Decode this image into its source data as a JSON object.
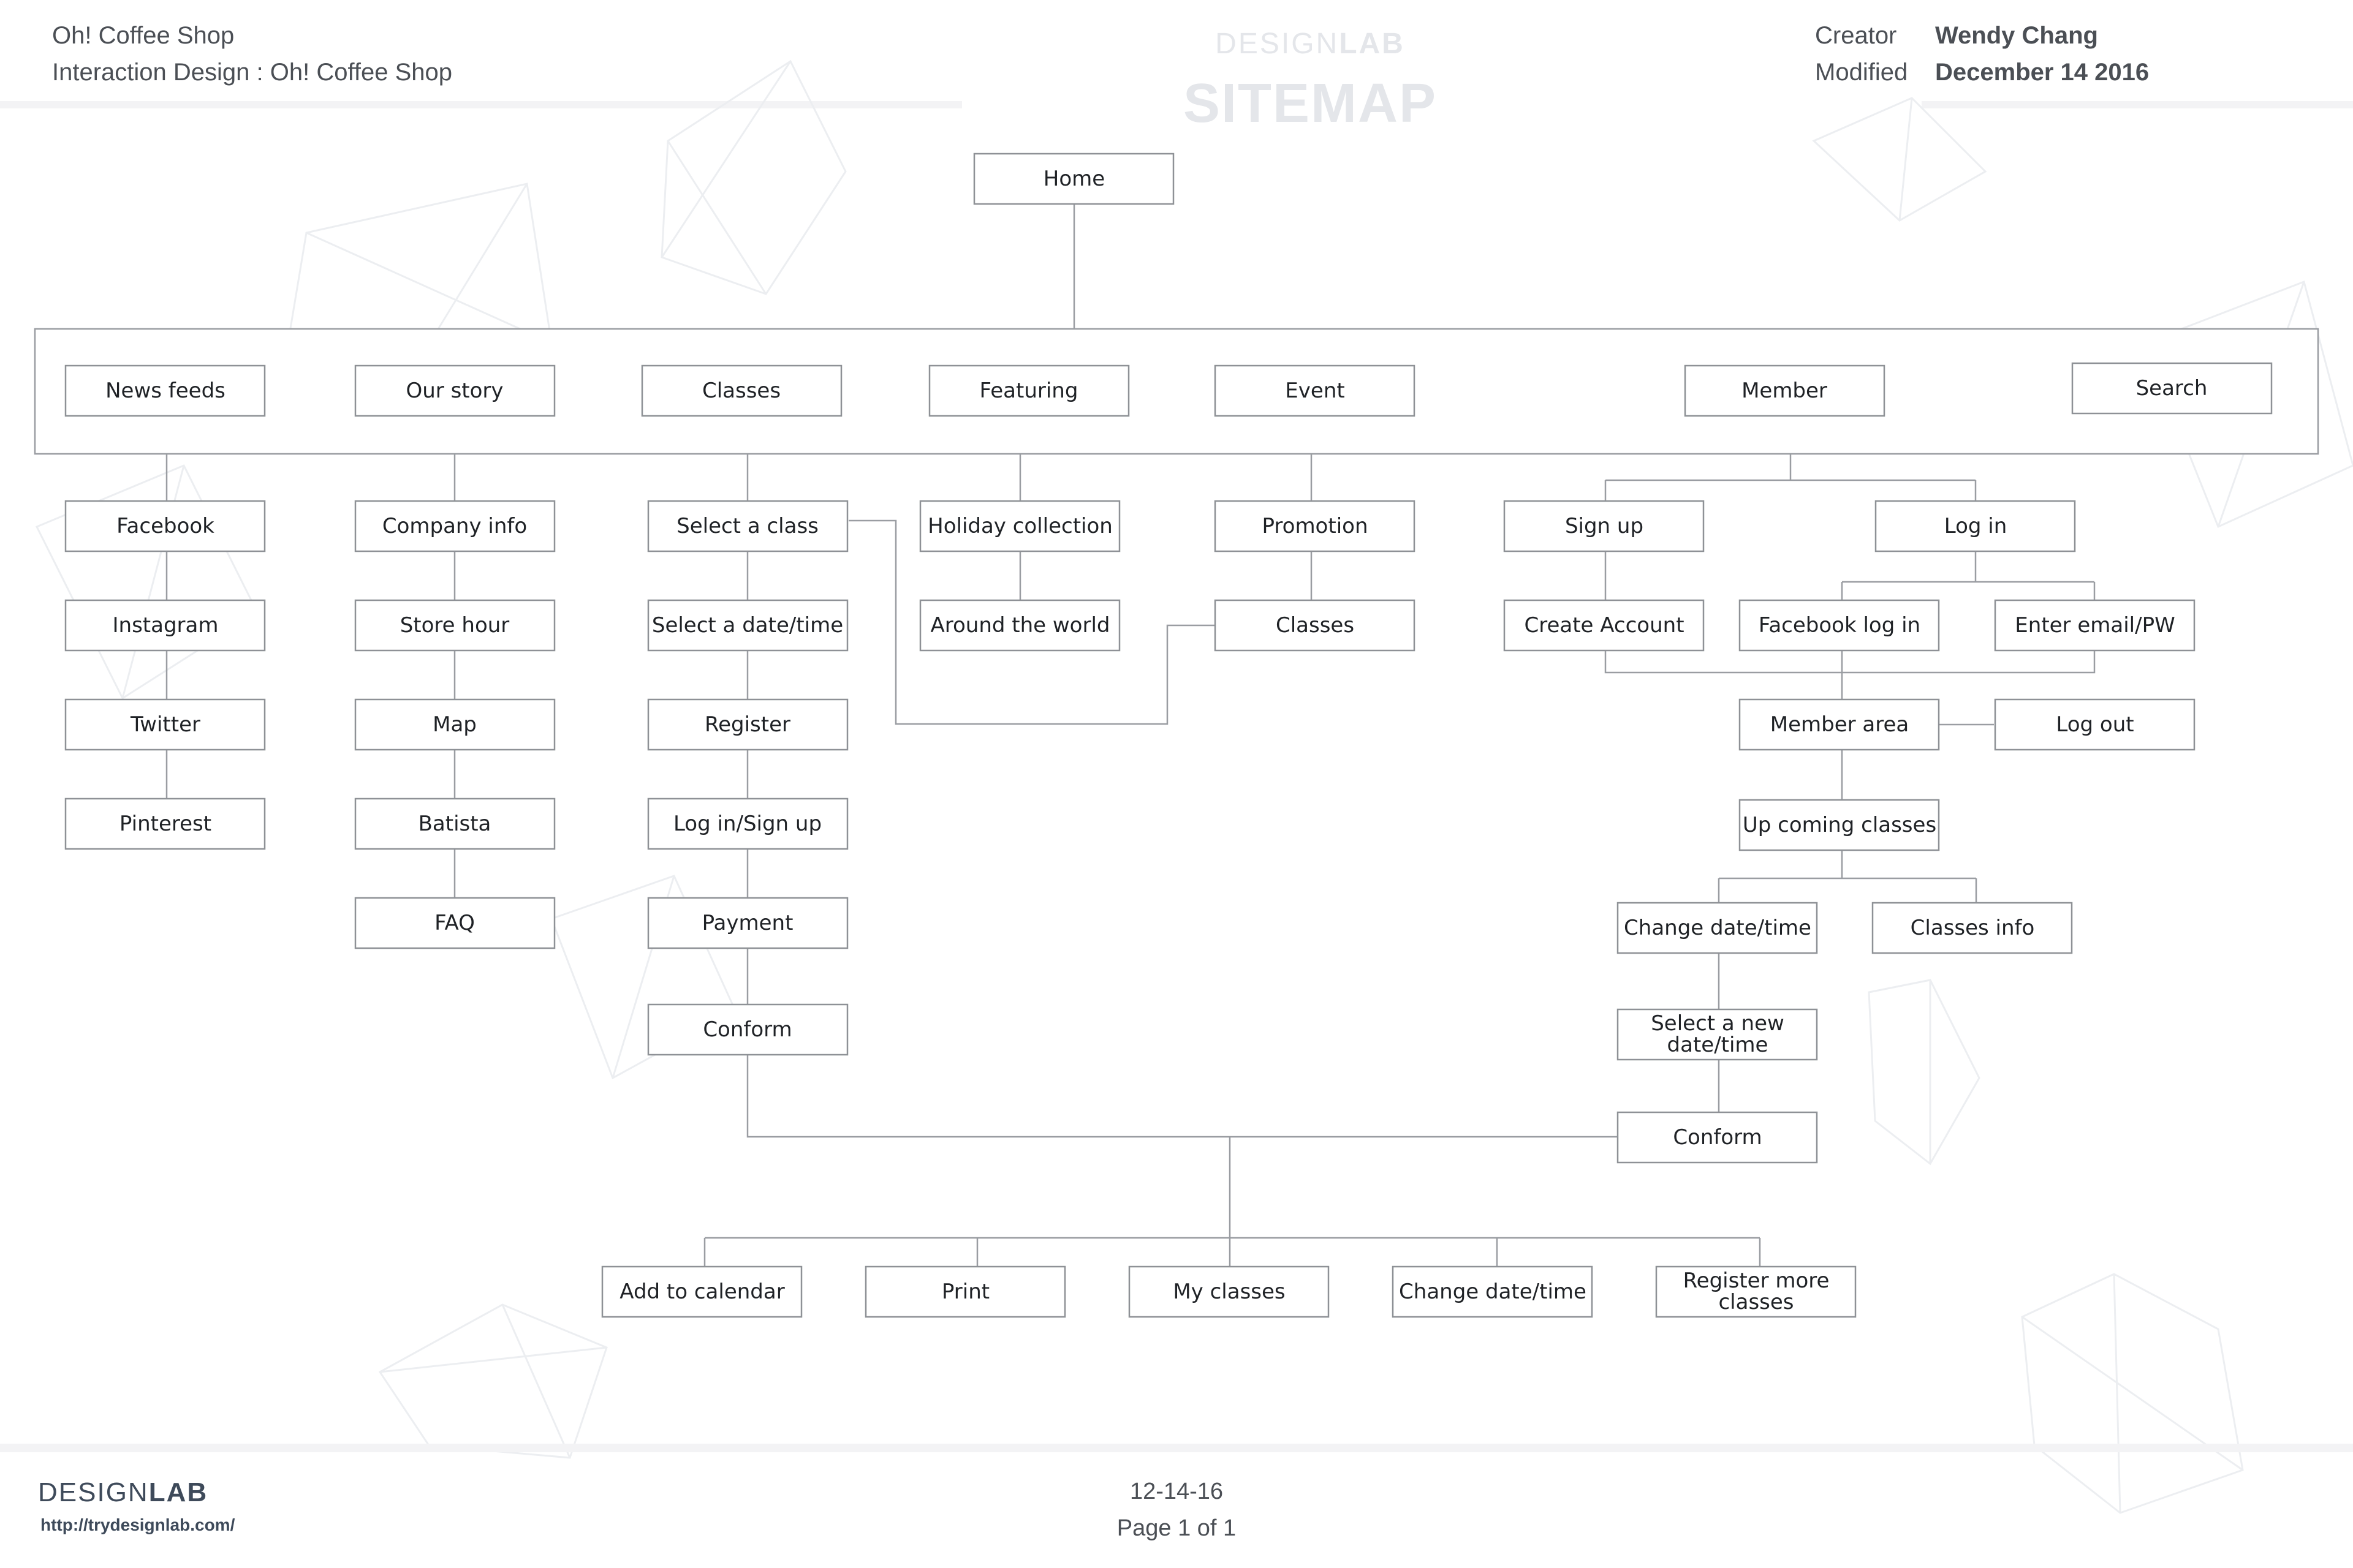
{
  "header": {
    "project": "Oh! Coffee Shop",
    "subtitle": "Interaction Design : Oh! Coffee Shop",
    "brand_light": "DESIGN",
    "brand_bold": "LAB",
    "title": "SITEMAP",
    "creator_label": "Creator",
    "creator": "Wendy Chang",
    "modified_label": "Modified",
    "modified": "December 14 2016"
  },
  "nodes": {
    "home": "Home",
    "news_feeds": "News feeds",
    "our_story": "Our story",
    "classes": "Classes",
    "featuring": "Featuring",
    "event": "Event",
    "member": "Member",
    "search": "Search",
    "facebook": "Facebook",
    "instagram": "Instagram",
    "twitter": "Twitter",
    "pinterest": "Pinterest",
    "company_info": "Company info",
    "store_hour": "Store hour",
    "map": "Map",
    "batista": "Batista",
    "faq": "FAQ",
    "select_class": "Select a class",
    "select_datetime": "Select a date/time",
    "register": "Register",
    "login_signup": "Log in/Sign up",
    "payment": "Payment",
    "conform_1": "Conform",
    "holiday_collection": "Holiday collection",
    "around_world": "Around the world",
    "promotion": "Promotion",
    "event_classes": "Classes",
    "sign_up": "Sign up",
    "log_in": "Log in",
    "create_account": "Create Account",
    "facebook_login": "Facebook log in",
    "enter_email": "Enter email/PW",
    "member_area": "Member area",
    "log_out": "Log out",
    "upcoming": "Up coming classes",
    "change_datetime_1": "Change date/time",
    "classes_info": "Classes info",
    "select_new_1": "Select a new",
    "select_new_2": "date/time",
    "conform_2": "Conform",
    "add_calendar": "Add to calendar",
    "print": "Print",
    "my_classes": "My classes",
    "change_datetime_2": "Change date/time",
    "register_more_1": "Register more",
    "register_more_2": "classes"
  },
  "footer": {
    "brand_light": "DESIGN",
    "brand_bold": "LAB",
    "url": "http://trydesignlab.com/",
    "date": "12-14-16",
    "page": "Page 1 of 1"
  }
}
